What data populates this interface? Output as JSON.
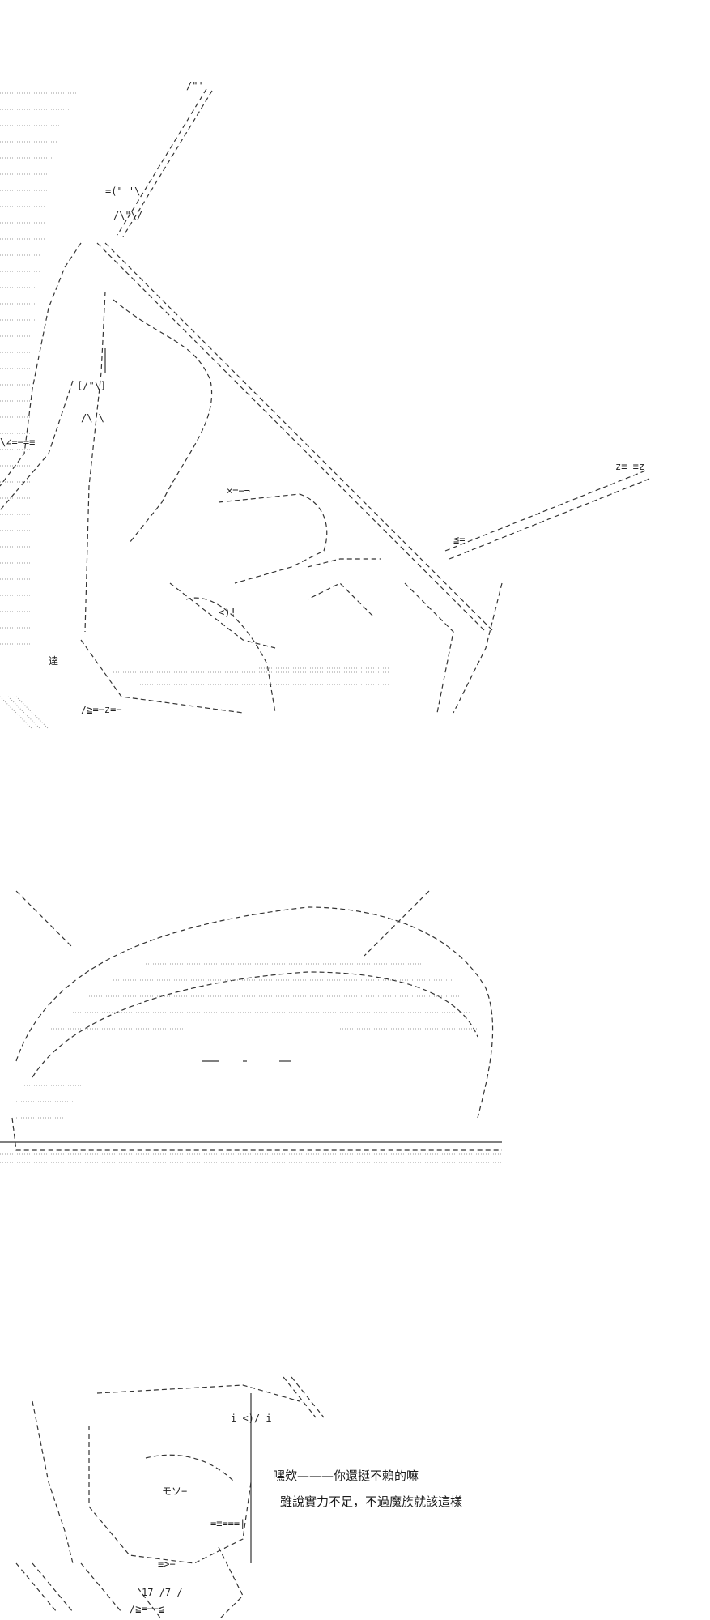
{
  "panels": [
    {
      "id": "panel-1",
      "description_name": "ascii-art-scene-1"
    },
    {
      "id": "panel-2",
      "description_name": "ascii-art-scene-2"
    },
    {
      "id": "panel-3",
      "description_name": "ascii-art-scene-3"
    }
  ],
  "dialogue": {
    "line1": "嘿欸———你還挺不賴的嘛",
    "line2": "雖說實力不足，不過魔族就該這樣"
  }
}
